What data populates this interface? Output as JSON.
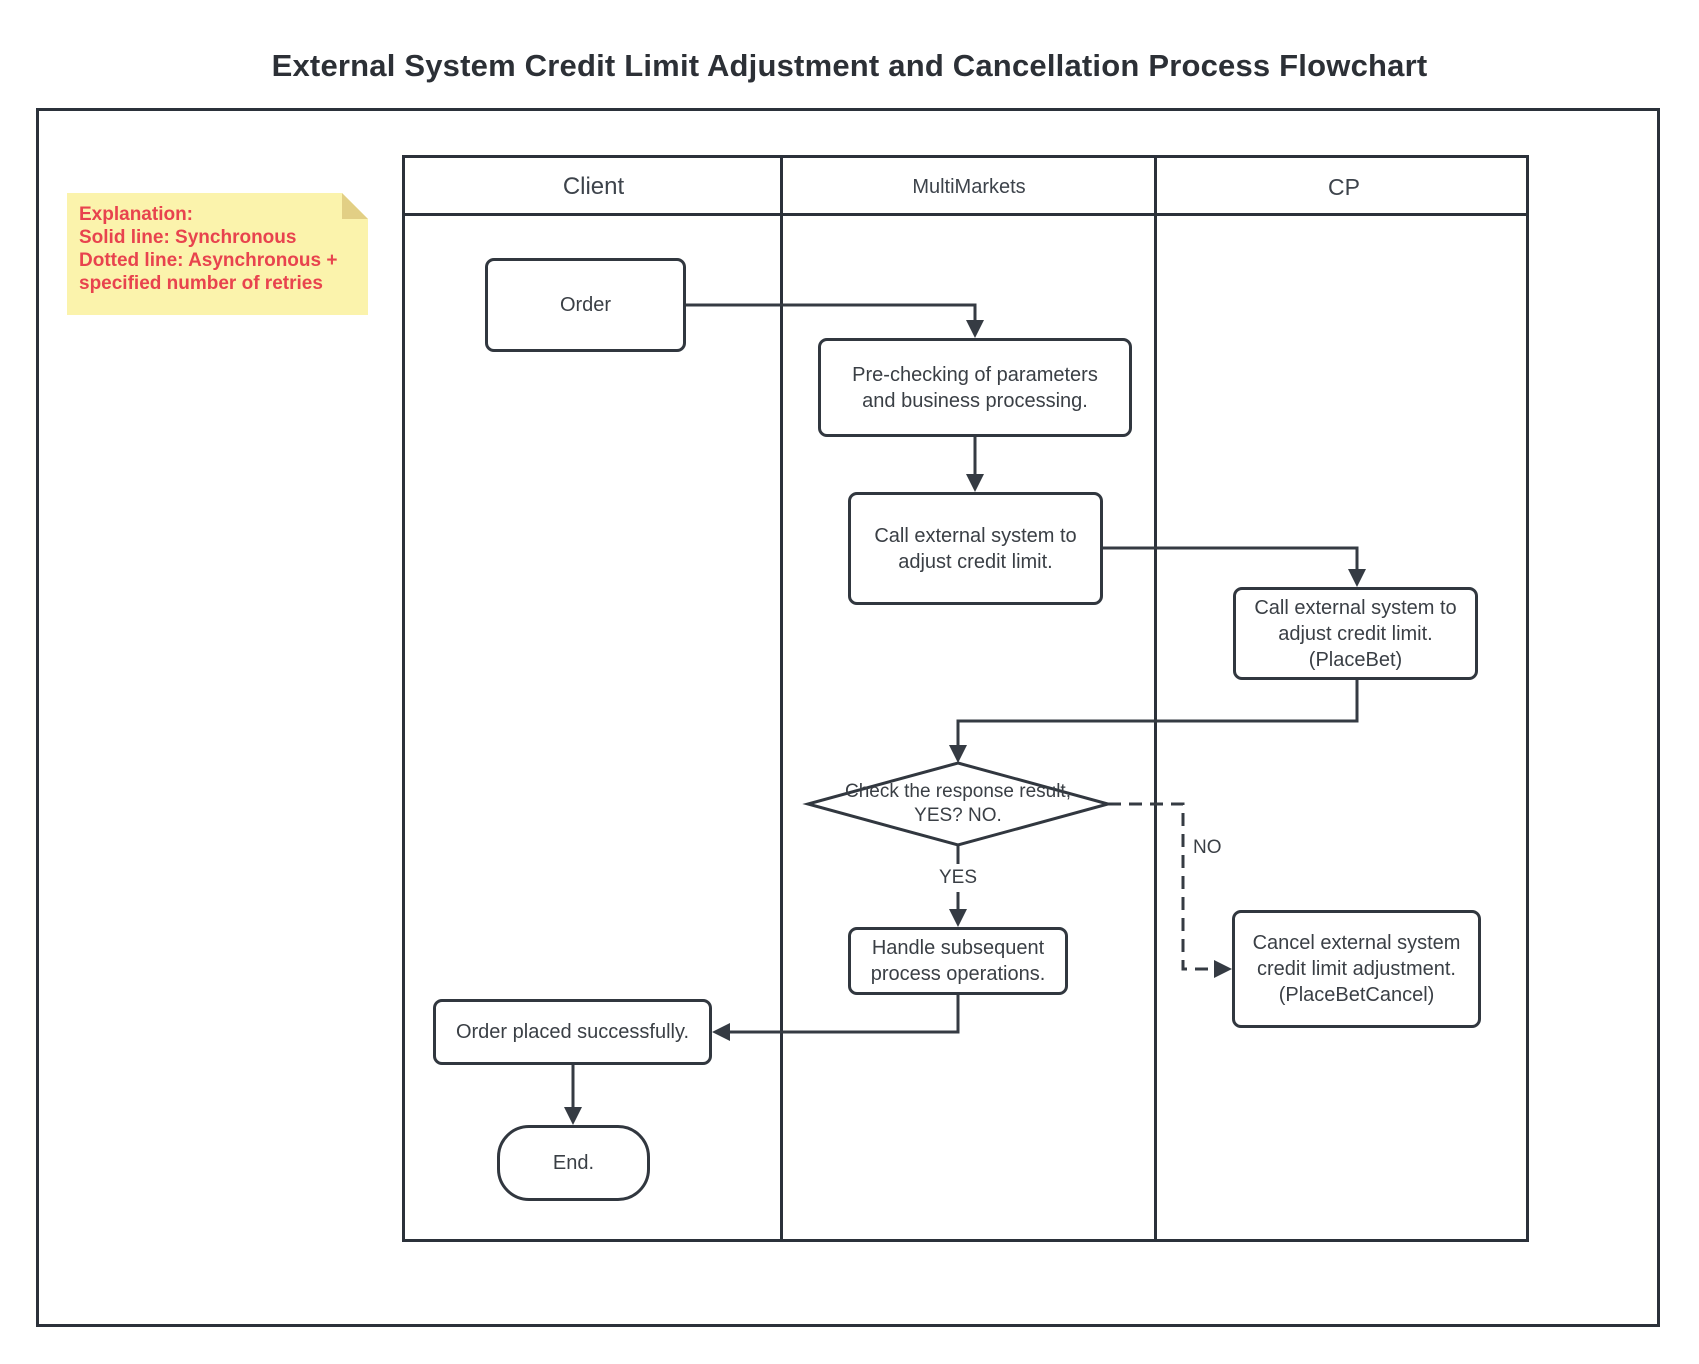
{
  "title": "External System Credit Limit Adjustment and Cancellation Process Flowchart",
  "legend_note": {
    "lines": [
      "Explanation:",
      "Solid line: Synchronous",
      "Dotted line: Asynchronous +",
      "specified number of retries"
    ]
  },
  "lanes": [
    {
      "label": "Client"
    },
    {
      "label": "MultiMarkets"
    },
    {
      "label": "CP"
    }
  ],
  "nodes": {
    "order": {
      "label": "Order",
      "shape": "rect",
      "lane": "Client"
    },
    "precheck": {
      "label": "Pre-checking of parameters\nand business processing.",
      "shape": "rect",
      "lane": "MultiMarkets"
    },
    "call_mm": {
      "label": "Call external system to\nadjust credit limit.",
      "shape": "rect",
      "lane": "MultiMarkets"
    },
    "call_cp": {
      "label": "Call external system to\nadjust credit limit.\n(PlaceBet)",
      "shape": "rect",
      "lane": "CP"
    },
    "decision": {
      "label": "Check the response result,\nYES? NO.",
      "shape": "diamond",
      "lane": "MultiMarkets"
    },
    "handle": {
      "label": "Handle subsequent\nprocess operations.",
      "shape": "rect",
      "lane": "MultiMarkets"
    },
    "cancel_cp": {
      "label": "Cancel external system\ncredit limit adjustment.\n(PlaceBetCancel)",
      "shape": "rect",
      "lane": "CP"
    },
    "order_placed": {
      "label": "Order placed successfully.",
      "shape": "rect",
      "lane": "Client"
    },
    "end": {
      "label": "End.",
      "shape": "terminator",
      "lane": "Client"
    }
  },
  "edges": {
    "yes_label": "YES",
    "no_label": "NO",
    "list": [
      {
        "from": "order",
        "to": "precheck",
        "style": "solid",
        "label": ""
      },
      {
        "from": "precheck",
        "to": "call_mm",
        "style": "solid",
        "label": ""
      },
      {
        "from": "call_mm",
        "to": "call_cp",
        "style": "solid",
        "label": ""
      },
      {
        "from": "call_cp",
        "to": "decision",
        "style": "solid",
        "label": ""
      },
      {
        "from": "decision",
        "to": "handle",
        "style": "solid",
        "label": "YES"
      },
      {
        "from": "decision",
        "to": "cancel_cp",
        "style": "dashed",
        "label": "NO"
      },
      {
        "from": "handle",
        "to": "order_placed",
        "style": "solid",
        "label": ""
      },
      {
        "from": "order_placed",
        "to": "end",
        "style": "solid",
        "label": ""
      }
    ]
  },
  "colors": {
    "sticky_bg": "#FBF3AC",
    "sticky_fold": "#E2CF85",
    "sticky_text": "#E8434E",
    "line_color": "#353B43",
    "border_color": "#2B313A"
  }
}
